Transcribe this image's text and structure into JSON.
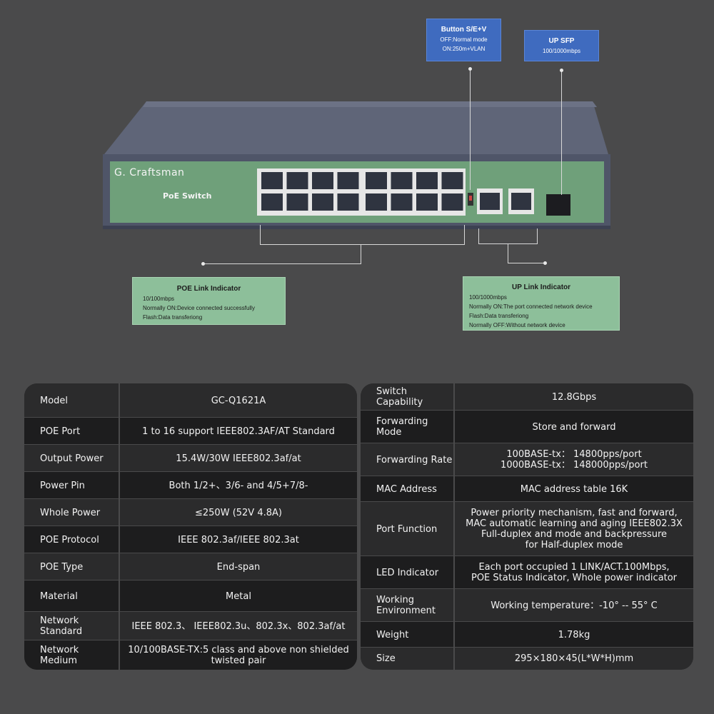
{
  "device": {
    "brand": "G. Craftsman",
    "subtitle": "PoE Switch"
  },
  "callouts": {
    "button": {
      "title": "Button S/E+V",
      "lines": [
        "OFF:Normal mode",
        "ON:250m+VLAN"
      ]
    },
    "up_sfp": {
      "title": "UP SFP",
      "lines": [
        "100/1000mbps"
      ]
    },
    "poe_link": {
      "title": "POE Link Indicator",
      "lines": [
        "10/100mbps",
        "Normally ON:Device connected successfully",
        "Flash:Data transferiong"
      ]
    },
    "up_link": {
      "title": "UP Link Indicator",
      "lines": [
        "100/1000mbps",
        "Normally ON:The port connected network device",
        "Flash:Data transferiong",
        "Normally OFF:Without network device"
      ]
    }
  },
  "colors": {
    "background": "#4a4a4b",
    "panel": "#6fa07a",
    "callout_blue": "#3f6bbf",
    "callout_green": "#8dbf9a",
    "table_dark": "#1d1d1e"
  },
  "left_table": [
    {
      "key": "Model",
      "value": "GC-Q1621A"
    },
    {
      "key": "POE Port",
      "value": "1 to 16 support IEEE802.3AF/AT Standard"
    },
    {
      "key": "Output Power",
      "value": "15.4W/30W    IEEE802.3af/at"
    },
    {
      "key": "Power Pin",
      "value": "Both 1/2+、3/6- and 4/5+7/8-"
    },
    {
      "key": "Whole Power",
      "value": "≤250W (52V 4.8A)"
    },
    {
      "key": "POE Protocol",
      "value": "IEEE 802.3af/IEEE 802.3at"
    },
    {
      "key": "POE Type",
      "value": "End-span"
    },
    {
      "key": "Material",
      "value": "Metal"
    },
    {
      "key": "Network Standard",
      "value": "IEEE 802.3、 IEEE802.3u、802.3x、802.3af/at"
    },
    {
      "key": "Network Medium",
      "value": "10/100BASE-TX:5 class and above non shielded twisted pair"
    }
  ],
  "right_table": [
    {
      "key": "Switch Capability",
      "value": "12.8Gbps"
    },
    {
      "key": "Forwarding Mode",
      "value": "Store and forward"
    },
    {
      "key": "Forwarding Rate",
      "value": "100BASE-tx： 14800pps/port\n1000BASE-tx： 148000pps/port"
    },
    {
      "key": "MAC Address",
      "value": "MAC address table 16K"
    },
    {
      "key": "Port Function",
      "value": "Power priority mechanism, fast and forward,\nMAC automatic learning and aging IEEE802.3X\nFull-duplex and mode and backpressure\nfor Half-duplex mode"
    },
    {
      "key": "LED Indicator",
      "value": "Each port occupied 1 LINK/ACT.100Mbps,\nPOE Status Indicator, Whole power indicator"
    },
    {
      "key": "Working Environment",
      "value": "Working temperature：-10° -- 55° C"
    },
    {
      "key": "Weight",
      "value": "1.78kg"
    },
    {
      "key": "Size",
      "value": "295×180×45(L*W*H)mm"
    }
  ]
}
